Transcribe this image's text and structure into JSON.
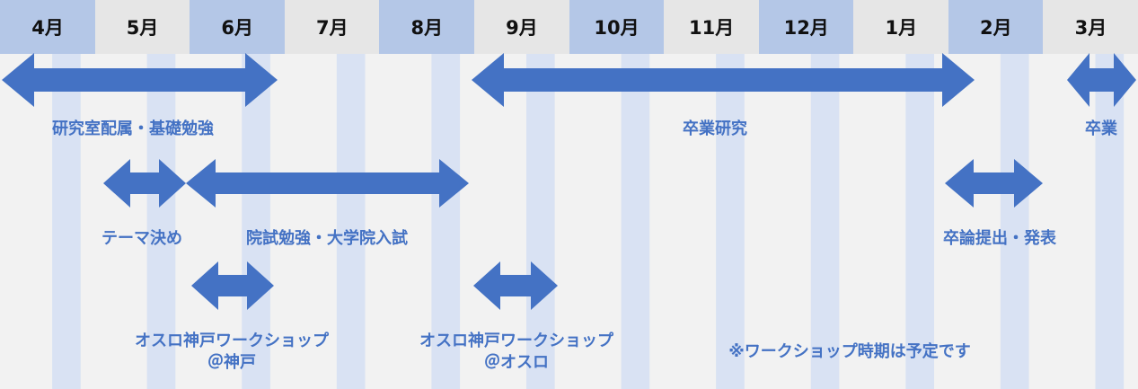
{
  "months": [
    "4月",
    "5月",
    "6月",
    "7月",
    "8月",
    "9月",
    "10月",
    "11月",
    "12月",
    "1月",
    "2月",
    "3月"
  ],
  "colors": {
    "header_blue": "#b4c7e7",
    "header_gray": "#e6e6e6",
    "stripe_blue": "#d9e2f3",
    "background": "#f2f2f2",
    "arrow": "#4472c4",
    "label": "#4472c4"
  },
  "bars": [
    {
      "id": "lab-assignment",
      "label": "研究室配属・基礎勉強"
    },
    {
      "id": "graduation-research",
      "label": "卒業研究"
    },
    {
      "id": "graduation",
      "label": "卒業"
    },
    {
      "id": "theme-decision",
      "label": "テーマ決め"
    },
    {
      "id": "grad-school-exam",
      "label": "院試勉強・大学院入試"
    },
    {
      "id": "thesis-submission",
      "label": "卒論提出・発表"
    },
    {
      "id": "workshop-kobe",
      "label_line1": "オスロ神戸ワークショップ",
      "label_line2": "＠神戸"
    },
    {
      "id": "workshop-oslo",
      "label_line1": "オスロ神戸ワークショップ",
      "label_line2": "＠オスロ"
    }
  ],
  "note": "※ワークショップ時期は予定です"
}
